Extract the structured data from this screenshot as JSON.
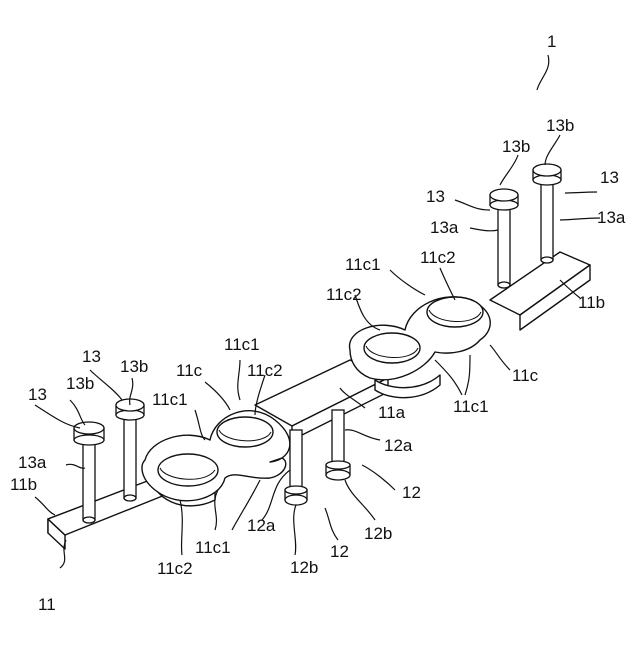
{
  "figure": {
    "labels": {
      "l1": "1",
      "l11": "11",
      "l11a": "11a",
      "l11b_left": "11b",
      "l11b_right": "11b",
      "l11c_left": "11c",
      "l11c_right": "11c",
      "l11c1_a": "11c1",
      "l11c1_b": "11c1",
      "l11c1_c": "11c1",
      "l11c1_d": "11c1",
      "l11c1_e": "11c1",
      "l11c2_a": "11c2",
      "l11c2_b": "11c2",
      "l11c2_c": "11c2",
      "l11c2_d": "11c2",
      "l12_right": "12",
      "l12_bottom": "12",
      "l12a_right": "12a",
      "l12a_left": "12a",
      "l12b_right": "12b",
      "l12b_left": "12b",
      "l13_left1": "13",
      "l13_left2": "13",
      "l13_right1": "13",
      "l13_right2": "13",
      "l13a_left": "13a",
      "l13a_right1": "13a",
      "l13a_right2": "13a",
      "l13b_left1": "13b",
      "l13b_left2": "13b",
      "l13b_right1": "13b",
      "l13b_right2": "13b"
    }
  }
}
